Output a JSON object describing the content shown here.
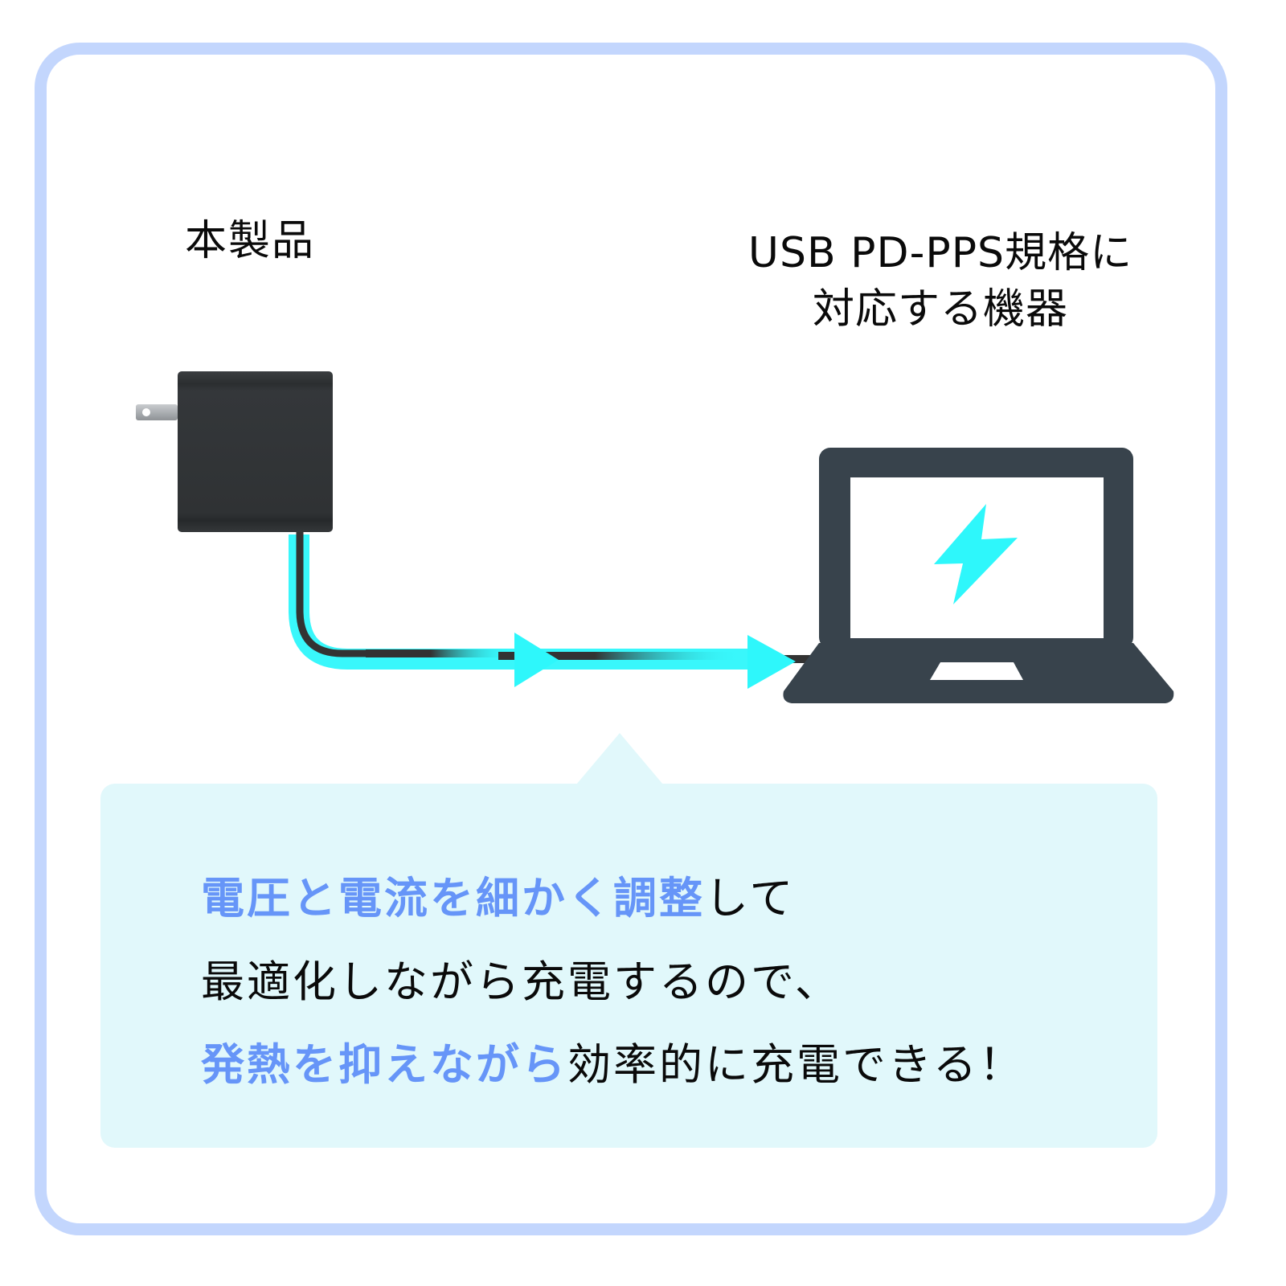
{
  "labels": {
    "product": "本製品",
    "device_line1": "USB PD-PPS規格に",
    "device_line2": "対応する機器"
  },
  "message": {
    "line1": [
      {
        "text": "電圧と電流を細かく調整",
        "highlight": true
      },
      {
        "text": "して",
        "highlight": false
      }
    ],
    "line2": [
      {
        "text": "最適化しながら充電するので、",
        "highlight": false
      }
    ],
    "line3": [
      {
        "text": "発熱を抑えながら",
        "highlight": true
      },
      {
        "text": "効率的に充電できる！",
        "highlight": false
      }
    ]
  },
  "icons": {
    "charger": "ac-adapter-icon",
    "laptop": "laptop-icon",
    "bolt": "lightning-bolt-icon",
    "arrows": "flow-arrow-icon"
  },
  "colors": {
    "frame_border": "#c3d6fd",
    "bubble_bg": "#e1f8fb",
    "highlight_text": "#6695f8",
    "cyan_accent": "#2ef7fb",
    "laptop_body": "#38434c",
    "charger_body": "#2e3133"
  }
}
